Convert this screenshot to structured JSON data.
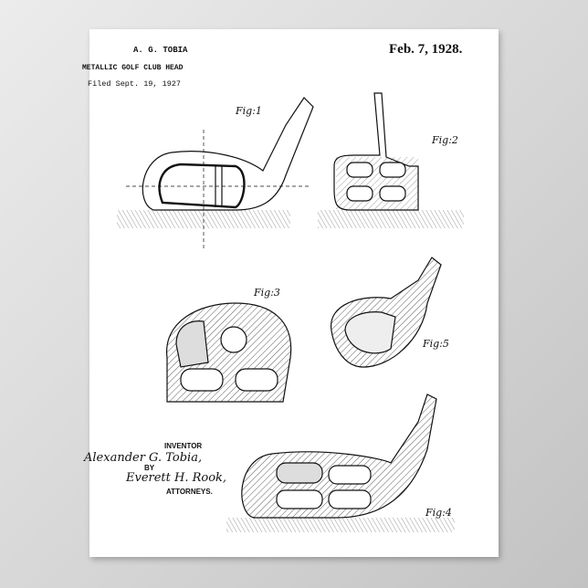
{
  "poster": {
    "inventor_header": "A. G. TOBIA",
    "title": "METALLIC GOLF CLUB HEAD",
    "filed": "Filed Sept. 19, 1927",
    "date": "Feb. 7, 1928.",
    "figures": [
      "Fig:1",
      "Fig:2",
      "Fig:3",
      "Fig:5",
      "Fig:4"
    ],
    "signature_block": {
      "inventor_label": "INVENTOR",
      "inventor_signature": "Alexander G. Tobia,",
      "by_label": "BY",
      "attorney_signature": "Everett H. Rook,",
      "attorneys_label": "ATTORNEYS."
    }
  }
}
